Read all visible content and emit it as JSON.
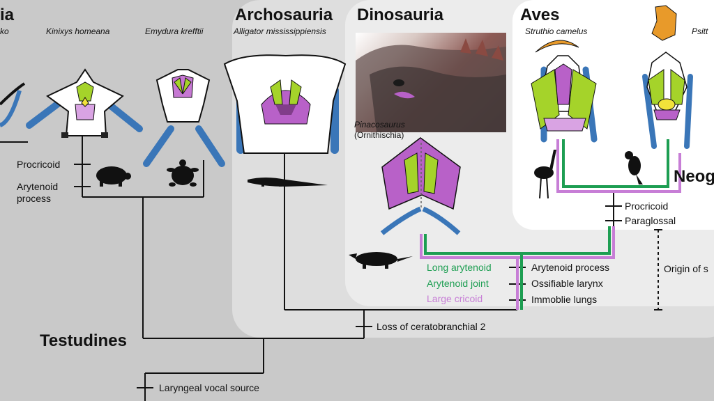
{
  "clades": {
    "left_partial": "ia",
    "archosauria": "Archosauria",
    "dinosauria": "Dinosauria",
    "aves": "Aves",
    "testudines": "Testudines",
    "neog_partial": "Neog"
  },
  "species": {
    "left_partial": "ko",
    "kinixys": "Kinixys homeana",
    "emydura": "Emydura krefftii",
    "alligator": "Alligator mississippiensis",
    "struthio": "Struthio camelus",
    "psitt_partial": "Psitt",
    "pinacosaurus": "Pinacosaurus",
    "ornithischia": "(Ornithischia)"
  },
  "characters": {
    "procricoid_turtle": "Procricoid",
    "arytenoid_process_turtle_1": "Arytenoid",
    "arytenoid_process_turtle_2": "process",
    "procricoid_aves": "Procricoid",
    "paraglossal": "Paraglossal",
    "long_arytenoid": "Long arytenoid",
    "arytenoid_joint": "Arytenoid joint",
    "large_cricoid": "Large cricoid",
    "arytenoid_process": "Arytenoid process",
    "ossifiable_larynx": "Ossifiable larynx",
    "immobile_lungs": "Immoblie lungs",
    "origin_partial": "Origin of s",
    "loss_ceratobranchial": "Loss of ceratobranchial 2",
    "laryngeal_vocal_source": "Laryngeal vocal source"
  },
  "colors": {
    "background_outer": "#c9c9c9",
    "background_archosauria": "#dedede",
    "background_dinosauria": "#ececec",
    "background_aves": "#ffffff",
    "cartilage_green": "#a5d32a",
    "cartilage_purple": "#b861c8",
    "ceratobranchial_blue": "#3a76b8",
    "branch_green": "#1d9e52",
    "branch_pink": "#c77ed6",
    "beak_orange": "#e89a2a"
  }
}
